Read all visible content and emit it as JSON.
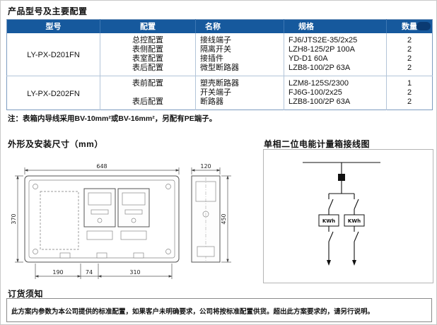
{
  "page": {
    "title": "产品型号及主要配置",
    "note": "注：表箱内导线采用BV-10mm²或BV-16mm²，另配有PE端子。",
    "dimensions_title": "外形及安装尺寸（mm）",
    "wiring_title": "单相二位电能计量箱接线图",
    "ordering_title": "订货须知",
    "ordering_text": "此方案内参数为本公司提供的标准配置，如果客户未明确要求，公司将按标准配置供货。超出此方案要求的，请另行说明。"
  },
  "table": {
    "headers": [
      "型号",
      "配置",
      "名称",
      "规格",
      "数量"
    ],
    "groups": [
      {
        "model": "LY-PX-D201FN",
        "rows": [
          {
            "config": "总控配置",
            "name": "接线端子",
            "spec": "FJ6/JTS2E-35/2x25",
            "qty": "2"
          },
          {
            "config": "表侧配置",
            "name": "隔离开关",
            "spec": "LZH8-125/2P 100A",
            "qty": "2"
          },
          {
            "config": "表室配置",
            "name": "接插件",
            "spec": "YD-D1 60A",
            "qty": "2"
          },
          {
            "config": "表后配置",
            "name": "微型断路器",
            "spec": "LZB8-100/2P 63A",
            "qty": "2"
          }
        ]
      },
      {
        "model": "LY-PX-D202FN",
        "rows": [
          {
            "config": "表前配置",
            "name": "塑壳断路器",
            "spec": "LZM8-125S/2300",
            "qty": "1"
          },
          {
            "config": "",
            "name": "开关端子",
            "spec": "FJ6G-100/2x25",
            "qty": "2"
          },
          {
            "config": "表后配置",
            "name": "断路器",
            "spec": "LZB8-100/2P 63A",
            "qty": "2"
          }
        ]
      }
    ]
  },
  "drawing": {
    "dims": {
      "front_width": "648",
      "front_height": "370",
      "bottom_left": "190",
      "bottom_mid": "74",
      "bottom_right": "310",
      "side_width": "120",
      "side_height": "450"
    }
  },
  "wiring": {
    "meter_label": "KWh"
  },
  "colors": {
    "header_bg": "#16599d",
    "header_pill": "#0a3a72",
    "table_border": "#7d9cc0"
  }
}
